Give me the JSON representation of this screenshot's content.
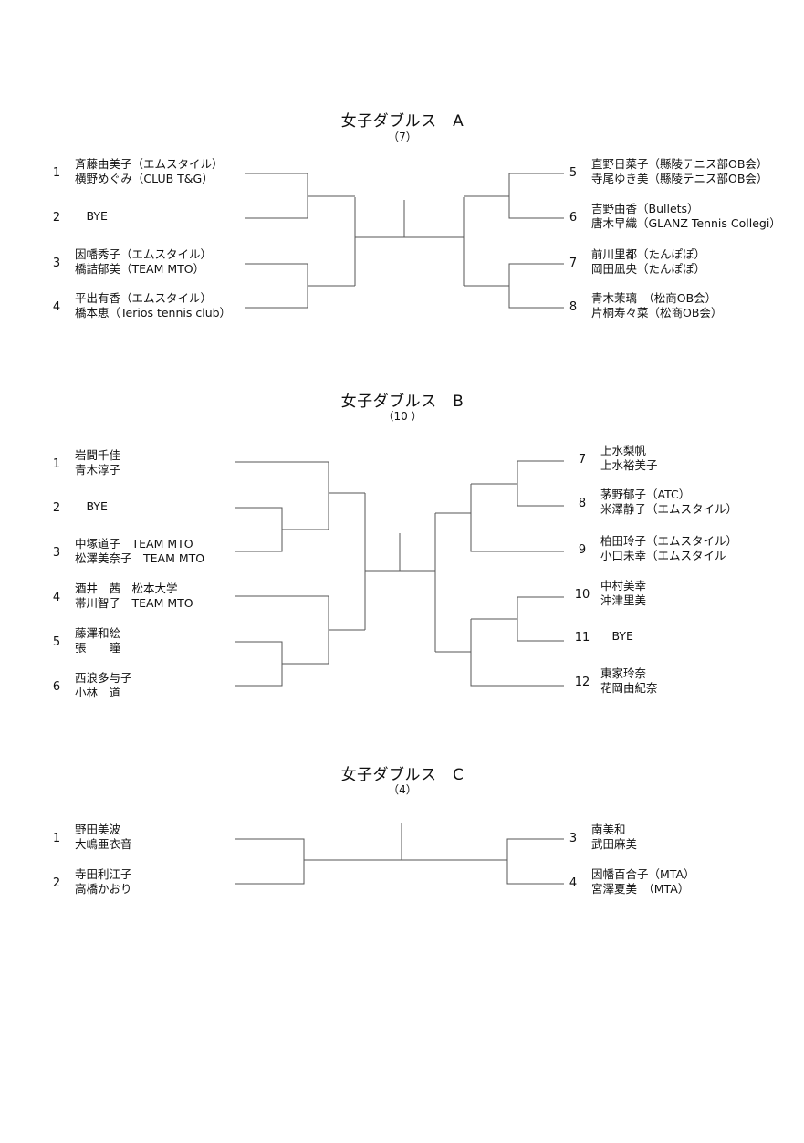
{
  "brackets": [
    {
      "title": "女子ダブルス　A",
      "subtitle": "（7）",
      "left": [
        {
          "seed": "1",
          "names": [
            "斉藤由美子（エムスタイル）",
            "横野めぐみ（CLUB T&G）"
          ]
        },
        {
          "seed": "2",
          "names": [
            "　BYE"
          ]
        },
        {
          "seed": "3",
          "names": [
            "因幡秀子（エムスタイル）",
            "橋詰郁美（TEAM MTO）"
          ]
        },
        {
          "seed": "4",
          "names": [
            "平出有香（エムスタイル）",
            "橋本恵（Terios tennis club）"
          ]
        }
      ],
      "right": [
        {
          "seed": "5",
          "names": [
            "直野日菜子（縣陵テニス部OB会）",
            "寺尾ゆき美（縣陵テニス部OB会）"
          ]
        },
        {
          "seed": "6",
          "names": [
            "吉野由香（Bullets）",
            "唐木早織（GLANZ Tennis Collegi）"
          ]
        },
        {
          "seed": "7",
          "names": [
            "前川里都（たんぽぽ）",
            "岡田凪央（たんぽぽ）"
          ]
        },
        {
          "seed": "8",
          "names": [
            "青木茉璃　（松商OB会）",
            "片桐寿々菜（松商OB会）"
          ]
        }
      ]
    },
    {
      "title": "女子ダブルス　B",
      "subtitle": "（10 ）",
      "left": [
        {
          "seed": "1",
          "names": [
            "岩間千佳",
            "青木淳子"
          ]
        },
        {
          "seed": "2",
          "names": [
            "　BYE"
          ]
        },
        {
          "seed": "3",
          "names": [
            "中塚道子　TEAM MTO",
            "松澤美奈子　TEAM MTO"
          ]
        },
        {
          "seed": "4",
          "names": [
            "酒井　茜　松本大学",
            "帯川智子　TEAM MTO"
          ]
        },
        {
          "seed": "5",
          "names": [
            "藤澤和絵",
            "張　　瞳"
          ]
        },
        {
          "seed": "6",
          "names": [
            "西浪多与子",
            "小林　道"
          ]
        }
      ],
      "right": [
        {
          "seed": "7",
          "names": [
            "上水梨帆",
            "上水裕美子"
          ]
        },
        {
          "seed": "8",
          "names": [
            "茅野郁子（ATC）",
            "米澤静子（エムスタイル）"
          ]
        },
        {
          "seed": "9",
          "names": [
            "柏田玲子（エムスタイル）",
            "小口未幸（エムスタイル"
          ]
        },
        {
          "seed": "10",
          "names": [
            "中村美幸",
            "沖津里美"
          ]
        },
        {
          "seed": "11",
          "names": [
            "　BYE"
          ]
        },
        {
          "seed": "12",
          "names": [
            "東家玲奈",
            "花岡由紀奈"
          ]
        }
      ]
    },
    {
      "title": "女子ダブルス　C",
      "subtitle": "（4）",
      "left": [
        {
          "seed": "1",
          "names": [
            "野田美波",
            "大嶋亜衣音"
          ]
        },
        {
          "seed": "2",
          "names": [
            "寺田利江子",
            "高橋かおり"
          ]
        }
      ],
      "right": [
        {
          "seed": "3",
          "names": [
            "南美和",
            "武田麻美"
          ]
        },
        {
          "seed": "4",
          "names": [
            "因幡百合子（MTA）",
            "宮澤夏美　（MTA）"
          ]
        }
      ]
    }
  ]
}
